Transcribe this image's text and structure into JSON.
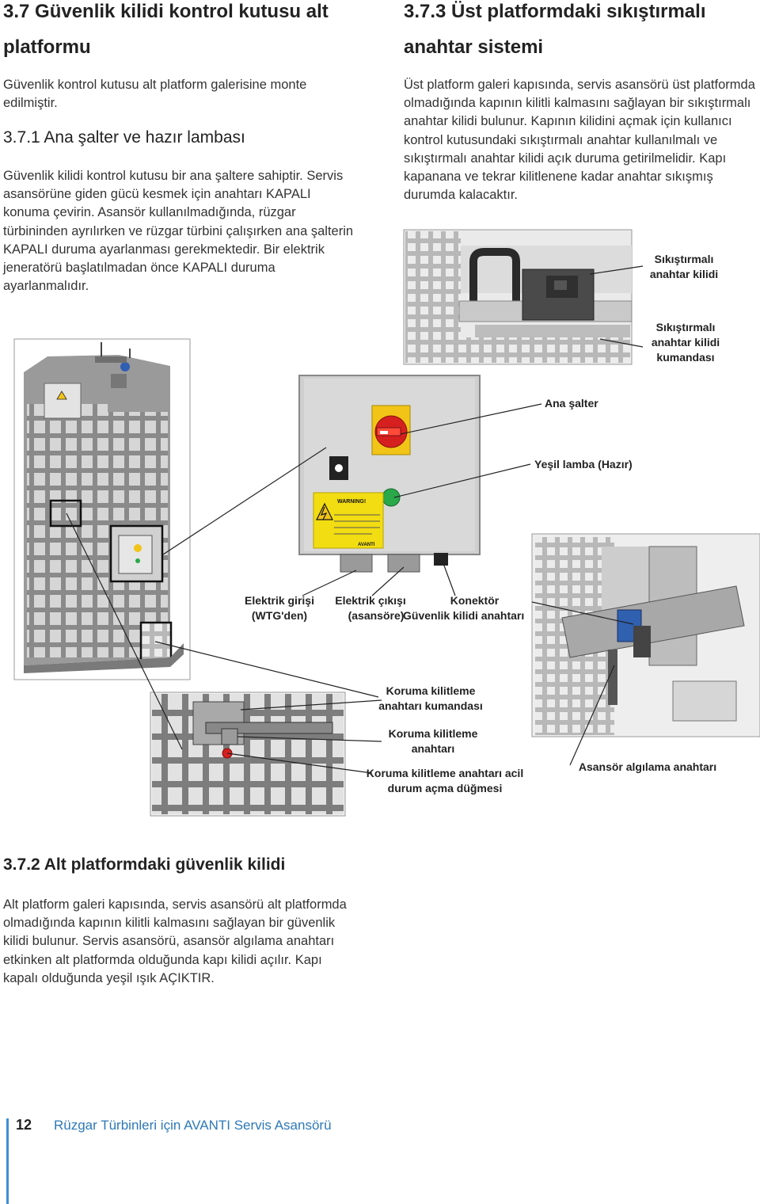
{
  "left_col": {
    "section_title_l1": "3.7 Güvenlik kilidi kontrol kutusu alt",
    "section_title_l2": "platformu",
    "intro": "Güvenlik kontrol kutusu alt platform galerisine monte edilmiştir.",
    "sub1_title": "3.7.1 Ana şalter ve hazır lambası",
    "sub1_body": "Güvenlik kilidi kontrol kutusu bir ana şaltere sahiptir. Servis asansörüne giden gücü kesmek için anahtarı KAPALI konuma çevirin. Asansör kullanılmadığında, rüzgar türbininden ayrılırken ve rüzgar türbini çalışırken ana şalterin KAPALI duruma ayarlanması gerekmektedir. Bir elektrik jeneratörü başlatılmadan önce KAPALI duruma ayarlanmalıdır."
  },
  "right_col": {
    "section_title_l1": "3.7.3 Üst platformdaki sıkıştırmalı",
    "section_title_l2": "anahtar sistemi",
    "body": "Üst platform galeri kapısında, servis asansörü üst platformda olmadığında kapının kilitli kalmasını sağlayan bir sıkıştırmalı anahtar kilidi bulunur. Kapının kilidini açmak için kullanıcı kontrol kutusundaki sıkıştırmalı anahtar kullanılmalı ve sıkıştırmalı anahtar kilidi açık duruma getirilmelidir. Kapı kapanana ve tekrar kilitlenene kadar anahtar sıkışmış durumda kalacaktır."
  },
  "labels": {
    "trapped_key_lock_l1": "Sıkıştırmalı",
    "trapped_key_lock_l2": "anahtar kilidi",
    "trapped_key_handle_l1": "Sıkıştırmalı",
    "trapped_key_handle_l2": "anahtar kilidi",
    "trapped_key_handle_l3": "kumandası",
    "main_switch": "Ana şalter",
    "green_lamp": "Yeşil lamba (Hazır)",
    "power_in_l1": "Elektrik girişi",
    "power_in_l2": "(WTG'den)",
    "power_out_l1": "Elektrik çıkışı",
    "power_out_l2": "(asansöre)",
    "connector_l1": "Konektör",
    "connector_l2": "Güvenlik kilidi anahtarı",
    "guard_lock_handle_l1": "Koruma kilitleme",
    "guard_lock_handle_l2": "anahtarı kumandası",
    "guard_lock_switch_l1": "Koruma kilitleme",
    "guard_lock_switch_l2": "anahtarı",
    "emergency_release_l1": "Koruma kilitleme anahtarı acil",
    "emergency_release_l2": "durum açma düğmesi",
    "lift_detect": "Asansör algılama anahtarı"
  },
  "box_label": {
    "warning": "WARNING!",
    "brand": "AVANTI"
  },
  "sub2": {
    "title": "3.7.2  Alt platformdaki güvenlik kilidi",
    "body": "Alt platform galeri kapısında, servis asansörü alt platformda olmadığında kapının kilitli kalmasını sağlayan bir güvenlik kilidi bulunur. Servis asansörü, asansör algılama anahtarı etkinken alt platformda olduğunda kapı kilidi açılır. Kapı kapalı olduğunda yeşil ışık AÇIKTIR."
  },
  "footer": {
    "page": "12",
    "title": "Rüzgar Türbinleri için AVANTI Servis Asansörü"
  },
  "colors": {
    "accent_blue": "#3b8fd1",
    "footer_text": "#2d79b8",
    "switch_red": "#d62020",
    "switch_yellow": "#f2c418",
    "lamp_green": "#2aa84a"
  }
}
